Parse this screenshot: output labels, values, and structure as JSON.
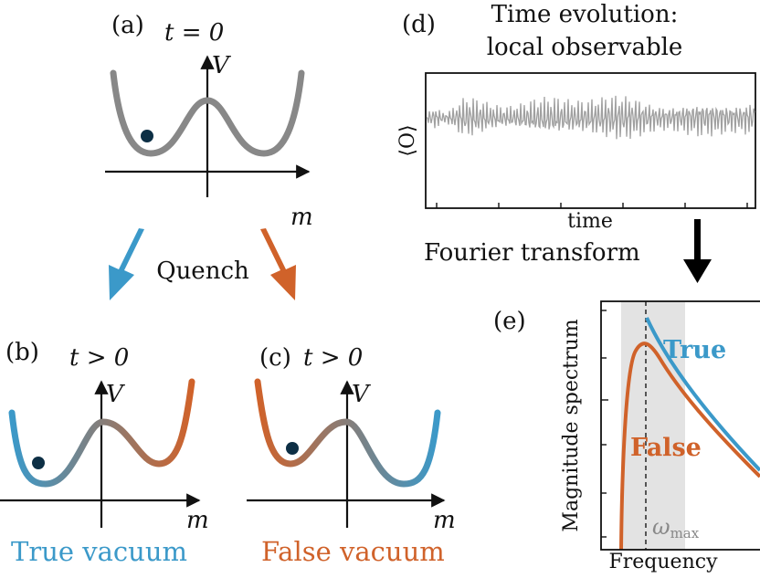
{
  "colors": {
    "true": "#3b99c9",
    "false": "#d0622a",
    "initial": "#888888",
    "ball": "#0d2f45",
    "band": "#e3e3e3",
    "signal": "#a0a0a0"
  },
  "panel_a": {
    "tag": "(a)",
    "time": "t = 0",
    "v_axis": "V",
    "m_axis": "m"
  },
  "arrows": {
    "label": "Quench"
  },
  "panel_b": {
    "tag": "(b)",
    "time": "t > 0",
    "v_axis": "V",
    "m_axis": "m",
    "caption": "True vacuum"
  },
  "panel_c": {
    "tag": "(c)",
    "time": "t > 0",
    "v_axis": "V",
    "m_axis": "m",
    "caption": "False vacuum"
  },
  "panel_d": {
    "tag": "(d)",
    "title_line1": "Time evolution:",
    "title_line2": "local observable",
    "ylabel": "⟨O⟩",
    "xlabel": "time"
  },
  "fourier": {
    "label": "Fourier transform"
  },
  "panel_e": {
    "tag": "(e)",
    "ylabel": "Magnitude spectrum",
    "xlabel": "Frequency",
    "series_true": "True",
    "series_false": "False",
    "marker_symbol": "ω",
    "marker_sub": "max"
  }
}
